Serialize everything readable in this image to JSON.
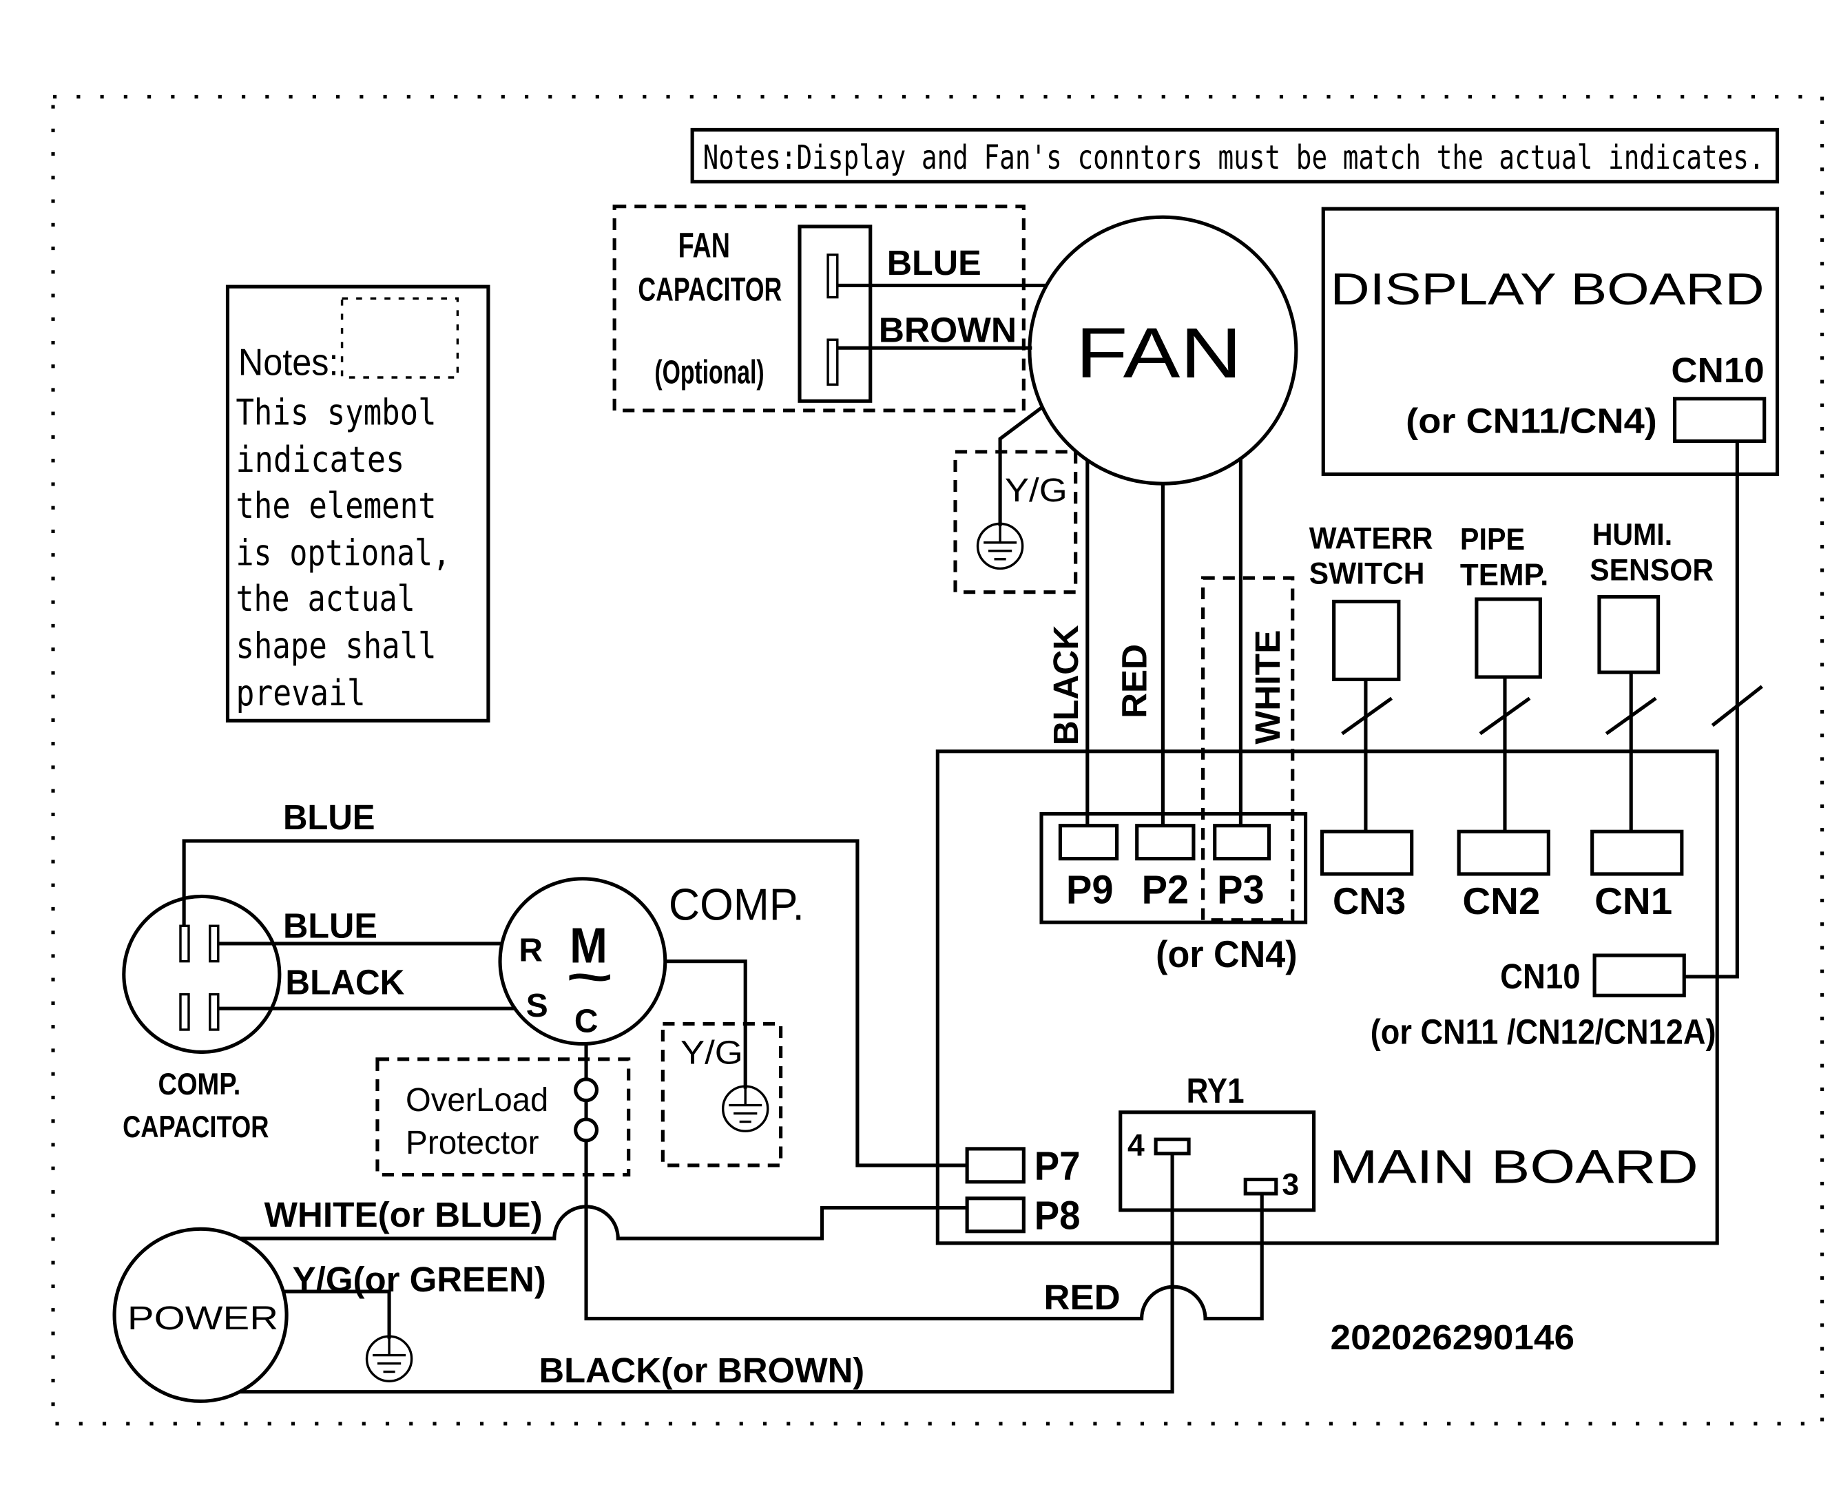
{
  "notes_top": "Notes:Display and Fan's conntors must be match the actual indicates.",
  "notes_left": {
    "title": "Notes:",
    "lines": [
      "This symbol",
      "indicates",
      "the element",
      "is optional,",
      "the actual",
      "shape shall",
      "prevail"
    ]
  },
  "fan_capacitor": {
    "title": "FAN",
    "subtitle": "CAPACITOR",
    "optional": "(Optional)",
    "wire_blue": "BLUE",
    "wire_brown": "BROWN"
  },
  "fan": {
    "label": "FAN",
    "ground": "Y/G",
    "wire_black": "BLACK",
    "wire_red": "RED",
    "wire_white": "WHITE"
  },
  "display_board": {
    "label": "DISPLAY BOARD",
    "connector": "CN10",
    "connector_alt": "(or CN11/CN4)"
  },
  "sensors": [
    {
      "line1": "WATERR",
      "line2": "SWITCH"
    },
    {
      "line1": "PIPE",
      "line2": "TEMP."
    },
    {
      "line1": "HUMI.",
      "line2": "SENSOR"
    }
  ],
  "main_board": {
    "label": "MAIN BOARD",
    "ports": {
      "p9": "P9",
      "p2": "P2",
      "p3": "P3",
      "p3_alt": "(or CN4)",
      "cn3": "CN3",
      "cn2": "CN2",
      "cn1": "CN1",
      "cn10": "CN10",
      "cn10_alt": "(or CN11 /CN12/CN12A)",
      "p7": "P7",
      "p8": "P8"
    },
    "relay": {
      "label": "RY1",
      "pin4": "4",
      "pin3": "3"
    }
  },
  "compressor": {
    "label": "COMP.",
    "motor": "M",
    "ac_symbol": "~",
    "terminal_r": "R",
    "terminal_s": "S",
    "terminal_c": "C",
    "ground": "Y/G",
    "wire_blue_top": "BLUE",
    "wire_blue": "BLUE",
    "wire_black": "BLACK"
  },
  "comp_capacitor": {
    "line1": "COMP.",
    "line2": "CAPACITOR"
  },
  "overload": {
    "line1": "OverLoad",
    "line2": "Protector"
  },
  "power": {
    "label": "POWER",
    "wire_white": "WHITE(or BLUE)",
    "wire_ground": "Y/G(or GREEN)",
    "wire_red": "RED",
    "wire_black": "BLACK(or BROWN)"
  },
  "part_number": "202026290146"
}
